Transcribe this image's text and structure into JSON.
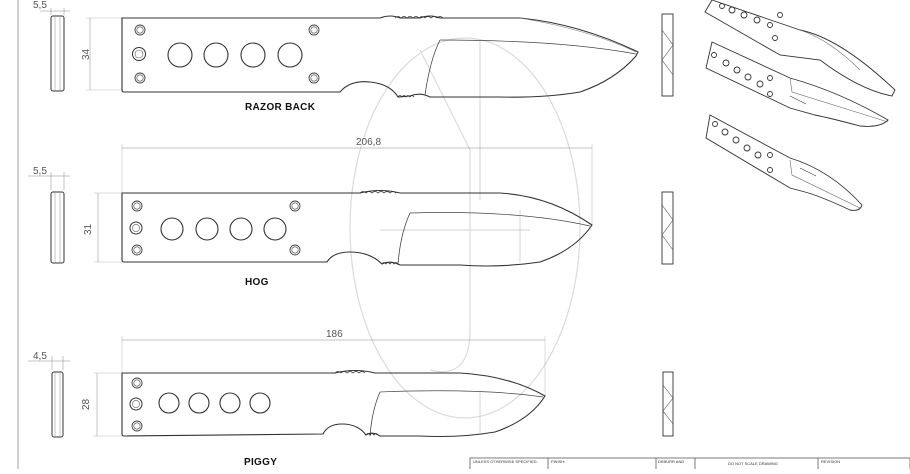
{
  "drawing": {
    "knives": [
      {
        "name": "RAZOR BACK",
        "thickness": "5,5",
        "height": "34",
        "length": ""
      },
      {
        "name": "HOG",
        "thickness": "5,5",
        "height": "31",
        "length": "206,8"
      },
      {
        "name": "PIGGY",
        "thickness": "4,5",
        "height": "28",
        "length": "186"
      }
    ],
    "title_block": {
      "unless_note": "UNLESS OTHERWISE SPECIFIED:",
      "finish": "FINISH:",
      "deburr": "DEBURR AND",
      "no_scale": "DO NOT SCALE DRAWING",
      "revision": "REVISION"
    }
  }
}
